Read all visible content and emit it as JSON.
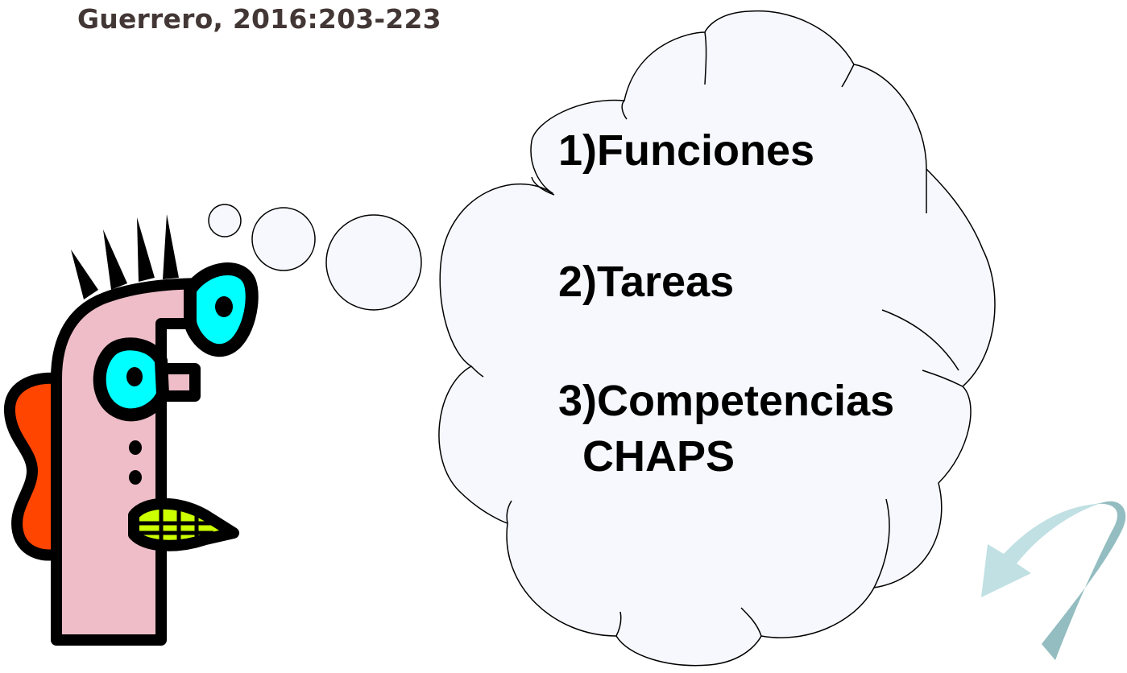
{
  "citation": "Guerrero, 2016:203-223",
  "thought_cloud": {
    "items": [
      {
        "label": "1)Funciones"
      },
      {
        "label": "2)Tareas"
      },
      {
        "label": "3)Competencias",
        "continuation": "CHAPS"
      }
    ]
  },
  "colors": {
    "skin": "#eebdc8",
    "eye": "#00ffff",
    "ear": "#ff4500",
    "mouth": "#ccff00",
    "cloud_fill": "#f7f8fd",
    "arrow_fill": "#b9dde0",
    "citation_text": "#433736"
  },
  "icons": {
    "character": "thinking-person-clipart",
    "bubbles": "thought-bubble-icon",
    "arrow": "curved-arrow-icon"
  }
}
